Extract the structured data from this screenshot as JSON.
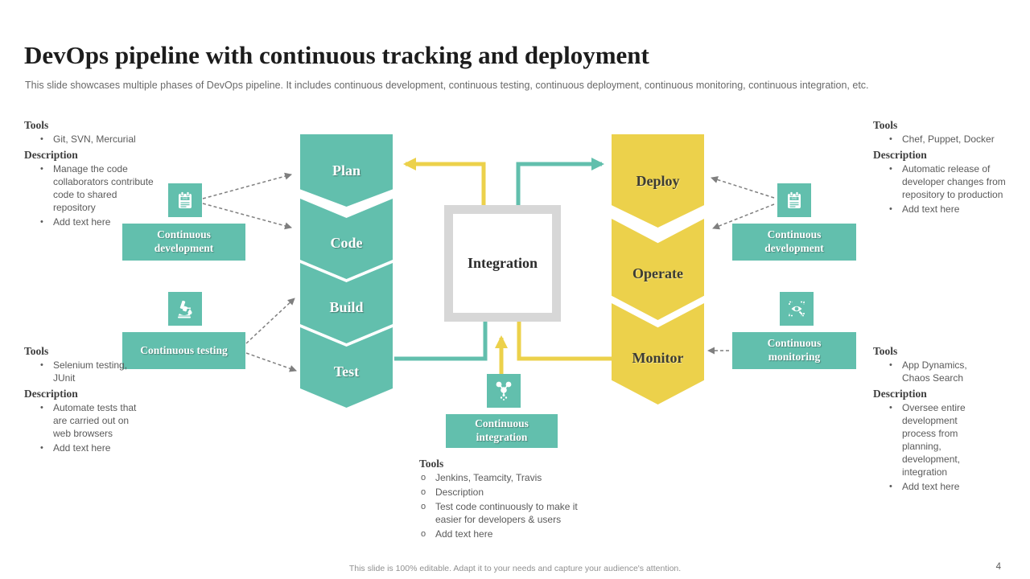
{
  "slide": {
    "title": "DevOps pipeline with continuous tracking and deployment",
    "subtitle": "This slide showcases multiple phases of DevOps pipeline. It includes continuous development, continuous testing, continuous deployment, continuous monitoring, continuous integration, etc.",
    "footer": "This slide is 100% editable.  Adapt it to your needs and capture your audience's attention.",
    "page_number": "4"
  },
  "colors": {
    "teal": "#62bfad",
    "yellow": "#ecd14b",
    "gray_border": "#d7d7d7",
    "dashed_arrow": "#7f7f7f",
    "body_text": "#5a5a5a"
  },
  "pipeline": {
    "left_stages": [
      "Plan",
      "Code",
      "Build",
      "Test"
    ],
    "right_stages": [
      "Deploy",
      "Operate",
      "Monitor"
    ],
    "center_label": "Integration"
  },
  "labels": {
    "continuous_development_left": "Continuous development",
    "continuous_testing": "Continuous testing",
    "continuous_integration": "Continuous integration",
    "continuous_development_right": "Continuous development",
    "continuous_monitoring": "Continuous monitoring"
  },
  "panels": {
    "development_left": {
      "tools_heading": "Tools",
      "tools": [
        "Git, SVN, Mercurial"
      ],
      "description_heading": "Description",
      "description": [
        "Manage the code collaborators contribute code to shared repository",
        "Add text here"
      ]
    },
    "testing": {
      "tools_heading": "Tools",
      "tools": [
        "Selenium testing, JUnit"
      ],
      "description_heading": "Description",
      "description": [
        "Automate tests that are carried out on web browsers",
        "Add text here"
      ]
    },
    "integration": {
      "tools_heading": "Tools",
      "items": [
        "Jenkins, Teamcity, Travis",
        "Description",
        "Test code continuously to make it easier for developers  & users",
        "Add text here"
      ]
    },
    "deployment": {
      "tools_heading": "Tools",
      "tools": [
        "Chef, Puppet, Docker"
      ],
      "description_heading": "Description",
      "description": [
        "Automatic release of developer  changes from repository to production",
        "Add text here"
      ]
    },
    "monitoring": {
      "tools_heading": "Tools",
      "tools": [
        "App Dynamics, Chaos Search"
      ],
      "description_heading": "Description",
      "description": [
        "Oversee  entire development process from planning, development, integration",
        "Add text here"
      ]
    }
  }
}
